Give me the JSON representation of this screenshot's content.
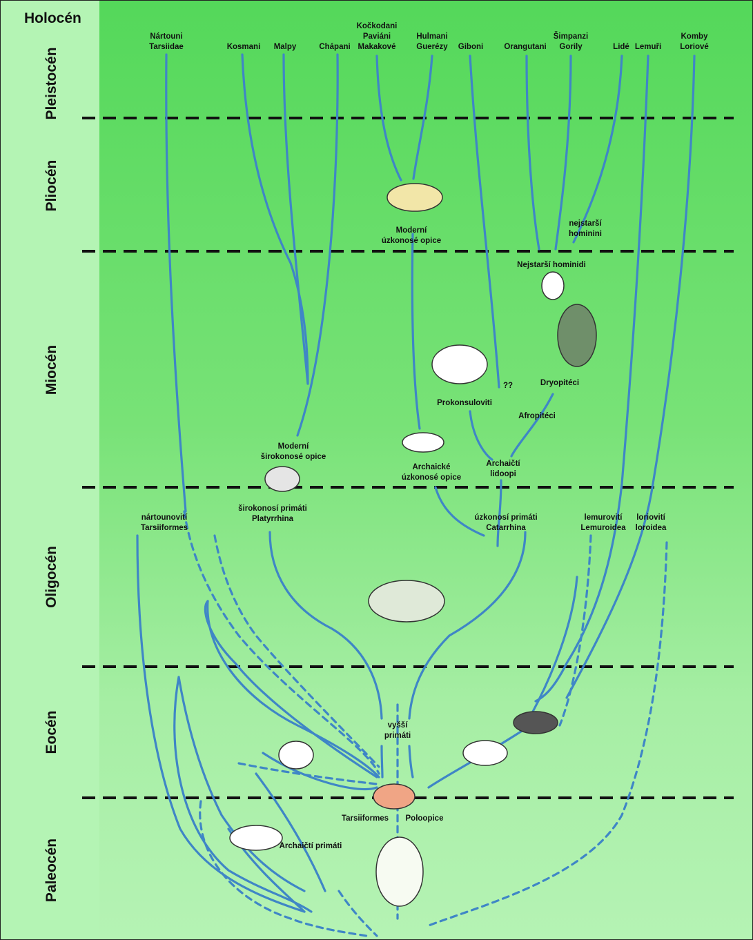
{
  "holocene": "Holocén",
  "epochs": [
    "Pleistocén",
    "Pliocén",
    "Miocén",
    "Oligocén",
    "Eocén",
    "Paleocén"
  ],
  "top_taxa": {
    "nartouni": [
      "Nártouni",
      "Tarsiidae"
    ],
    "kosmani": "Kosmani",
    "malpy": "Malpy",
    "chapani": "Chápani",
    "kockodani": [
      "Kočkodani",
      "Paviáni",
      "Makakové"
    ],
    "hulmani": [
      "Hulmani",
      "Guerézy"
    ],
    "giboni": "Giboni",
    "orangutani": "Orangutani",
    "simpanzi": [
      "Šimpanzi",
      "Gorily"
    ],
    "lide": "Lidé",
    "lemuri": "Lemuři",
    "komby": [
      "Komby",
      "Loriové"
    ]
  },
  "inner_labels": {
    "moderni_uzkonose": [
      "Moderní",
      "úzkonosé opice"
    ],
    "nejstarsi_hominini": [
      "nejstarší",
      "hominini"
    ],
    "nejstarsi_hominidi": "Nejstarší hominidi",
    "unknown": "??",
    "dryopiteci": "Dryopitéci",
    "prokonsuloviti": "Prokonsuloviti",
    "afropiteci": "Afropitéci",
    "moderni_sirokonose": [
      "Moderní",
      "širokonosé opice"
    ],
    "archaicke_uzkonose": [
      "Archaické",
      "úzkonosé opice"
    ],
    "archaicti_lidoopi": [
      "Archaičtí",
      "lidoopi"
    ],
    "nartounoviti": [
      "nártounovití",
      "Tarsiiformes"
    ],
    "sirokonosi": [
      "širokonosí primáti",
      "Platyrrhina"
    ],
    "uzkonosi": [
      "úzkonosí primáti",
      "Catarrhina"
    ],
    "lemuroviti": [
      "lemurovití",
      "Lemuroidea"
    ],
    "lorioviti": [
      "loriovití",
      "loroidea"
    ],
    "vyssi_primati": [
      "vyšší",
      "primáti"
    ],
    "tarsiiformes": "Tarsiiformes",
    "poloopice": "Poloopice",
    "archaicti_primati": "Archaičtí primáti"
  },
  "colors": {
    "branch": "#3f86c6",
    "divider": "#111111",
    "band": "#b4f4b4"
  }
}
